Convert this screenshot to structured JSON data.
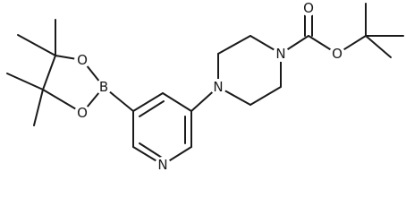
{
  "atoms": {
    "n_pyridine": "N",
    "n_piperazine_1": "N",
    "n_piperazine_4": "N",
    "boron": "B",
    "o_boronate_upper": "O",
    "o_boronate_lower": "O",
    "o_carbonyl": "O",
    "o_ester": "O"
  },
  "colors": {
    "bond": "#1a1a1a",
    "label": "#1a1a1a",
    "background": "#ffffff"
  }
}
